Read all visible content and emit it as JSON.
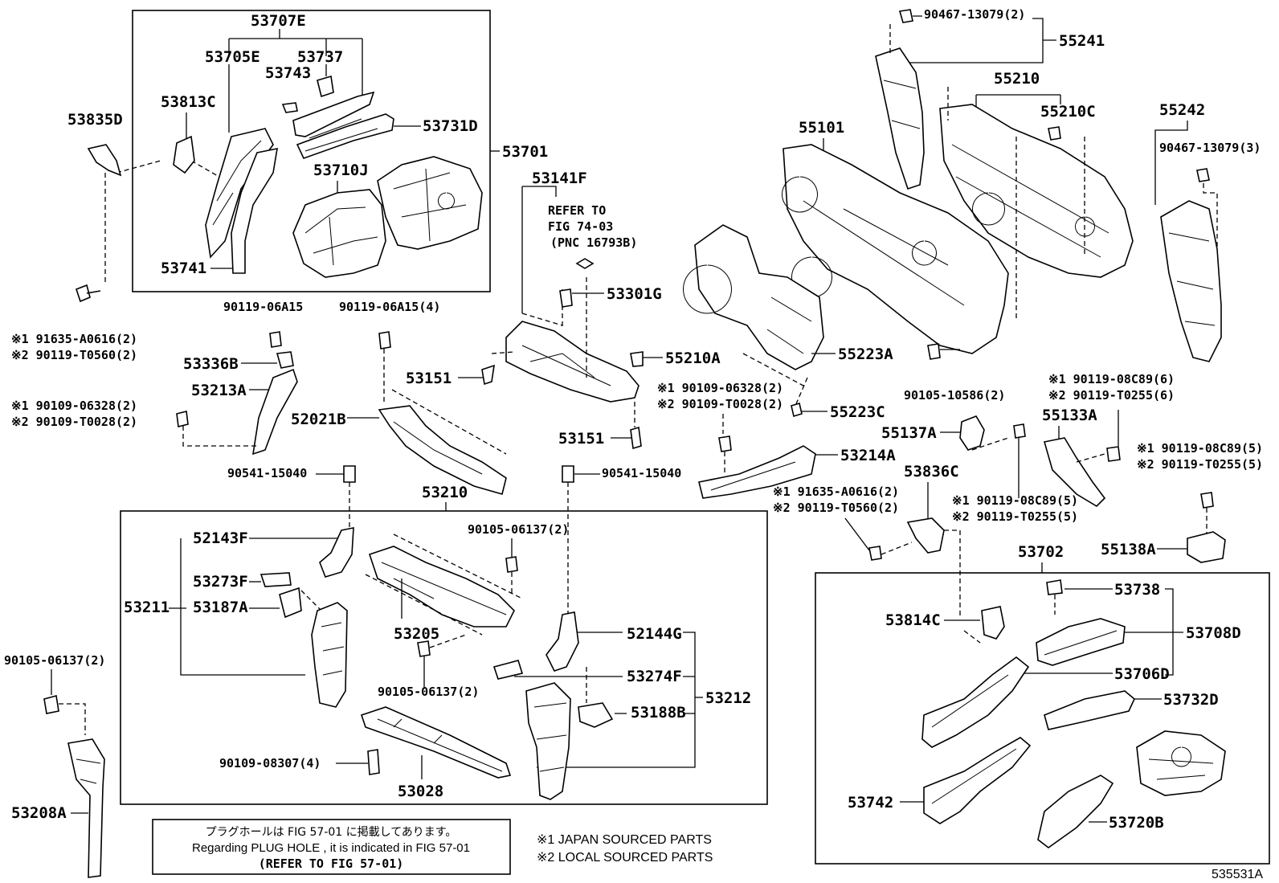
{
  "labels": {
    "p53707E": "53707E",
    "p53705E": "53705E",
    "p53737": "53737",
    "p53743": "53743",
    "p53813C": "53813C",
    "p53835D": "53835D",
    "p53731D": "53731D",
    "p53701": "53701",
    "p53710J": "53710J",
    "p53741": "53741",
    "p53141F": "53141F",
    "ref_fig_line1": "REFER TO",
    "ref_fig_line2": "FIG 74-03",
    "ref_fig_line3": "(PNC 16793B)",
    "p55101": "55101",
    "p55210": "55210",
    "p55210C": "55210C",
    "p55241": "55241",
    "p90467_2": "90467-13079(2)",
    "p55242": "55242",
    "p90467_3": "90467-13079(3)",
    "p91635_1": "※1 91635-A0616(2)",
    "p90119_1": "※2 90119-T0560(2)",
    "p90119_06A15": "90119-06A15",
    "p90119_06A15_4": "90119-06A15(4)",
    "p53336B": "53336B",
    "p53213A": "53213A",
    "p90109_1a": "※1 90109-06328(2)",
    "p90109_2a": "※2 90109-T0028(2)",
    "p52021B": "52021B",
    "p53151a": "53151",
    "p53301G": "53301G",
    "p55210A": "55210A",
    "p53151b": "53151",
    "p55223A": "55223A",
    "p55223C": "55223C",
    "p90105_10586": "90105-10586(2)",
    "p90109_1b": "※1 90109-06328(2)",
    "p90109_2b": "※2 90109-T0028(2)",
    "p53214A": "53214A",
    "p55137A": "55137A",
    "p55133A": "55133A",
    "p90119_08C89_1a": "※1 90119-08C89(6)",
    "p90119_T0255_2a": "※2 90119-T0255(6)",
    "p90119_08C89_1b": "※1 90119-08C89(5)",
    "p90119_T0255_2b": "※2 90119-T0255(5)",
    "p90119_08C89_1c": "※1 90119-08C89(5)",
    "p90119_T0255_2c": "※2 90119-T0255(5)",
    "p53836C": "53836C",
    "p91635_1b": "※1 91635-A0616(2)",
    "p90119_T0560_2b": "※2 90119-T0560(2)",
    "p55138A": "55138A",
    "p90541a": "90541-15040",
    "p90541b": "90541-15040",
    "p53210": "53210",
    "p52143F": "52143F",
    "p53273F": "53273F",
    "p53211": "53211",
    "p53187A": "53187A",
    "p53205": "53205",
    "p90105_06137_2a": "90105-06137(2)",
    "p90105_06137_2b": "90105-06137(2)",
    "p52144G": "52144G",
    "p53274F": "53274F",
    "p53212": "53212",
    "p53188B": "53188B",
    "p90109_08307": "90109-08307(4)",
    "p53028": "53028",
    "p90105_06137_2c": "90105-06137(2)",
    "p53208A": "53208A",
    "p53702": "53702",
    "p53738": "53738",
    "p53814C": "53814C",
    "p53708D": "53708D",
    "p53706D": "53706D",
    "p53732D": "53732D",
    "p53742": "53742",
    "p53720B": "53720B",
    "fig_id": "535531A"
  },
  "note": {
    "line1": "プラグホールは FIG 57-01 に掲載してあります。",
    "line2": "Regarding PLUG HOLE , it is indicated in FIG 57-01",
    "line3": "(REFER TO FIG 57-01)"
  },
  "legend": {
    "line1": "※1 JAPAN SOURCED PARTS",
    "line2": "※2 LOCAL SOURCED PARTS"
  }
}
